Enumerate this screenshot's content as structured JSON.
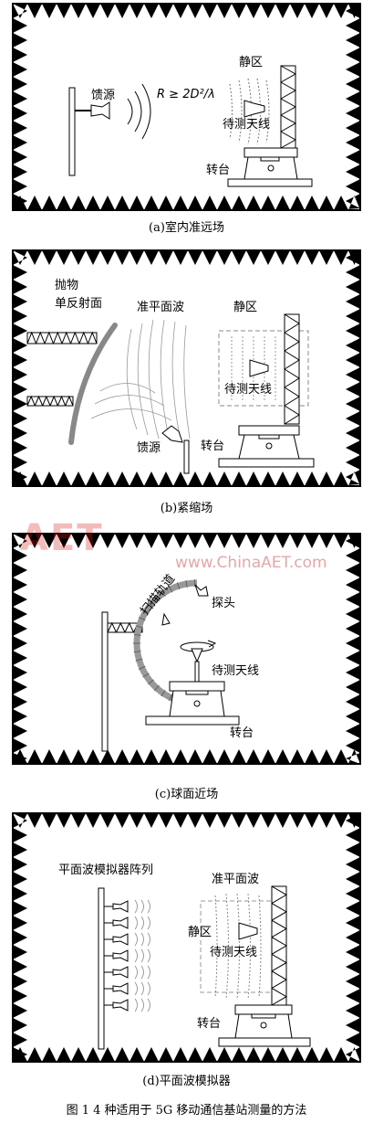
{
  "panels": [
    {
      "caption": "(a)室内准远场",
      "labels": {
        "feed": "馈源",
        "formula": "R ≥ 2D²/λ",
        "quiet_zone": "静区",
        "aut": "待测天线",
        "turntable": "转台"
      }
    },
    {
      "caption": "(b)紧缩场",
      "labels": {
        "reflector_line1": "抛物",
        "reflector_line2": "单反射面",
        "quasi_plane": "准平面波",
        "quiet_zone": "静区",
        "aut": "待测天线",
        "feed": "馈源",
        "turntable": "转台"
      }
    },
    {
      "caption": "(c)球面近场",
      "labels": {
        "scan_track": "扫描轨道",
        "probe": "探头",
        "aut": "待测天线",
        "turntable": "转台"
      }
    },
    {
      "caption": "(d)平面波模拟器",
      "labels": {
        "array": "平面波模拟器阵列",
        "quasi_plane": "准平面波",
        "quiet_zone": "静区",
        "aut": "待测天线",
        "turntable": "转台"
      }
    }
  ],
  "figure_caption": "图 1  4 种适用于 5G 移动通信基站测量的方法",
  "watermark": "www.ChinaAET.com",
  "watermark_logo": "AET"
}
